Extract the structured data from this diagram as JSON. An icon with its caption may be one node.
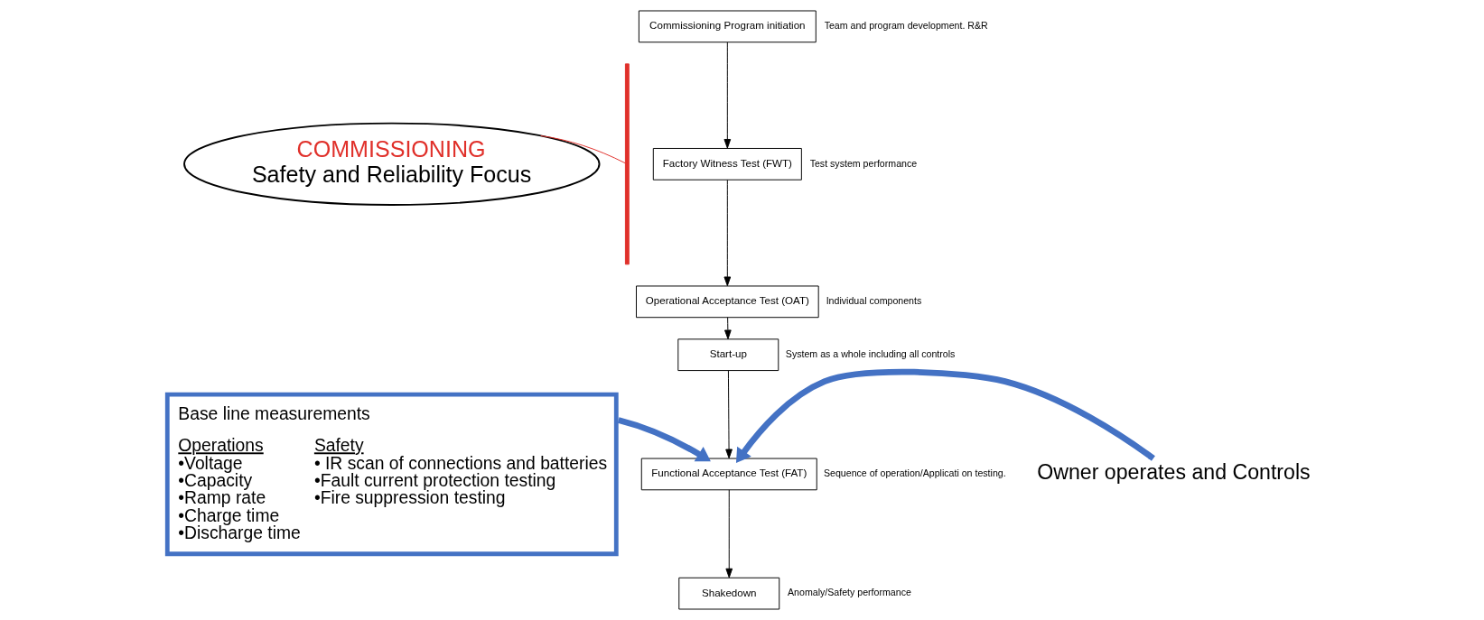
{
  "diagram": {
    "nodes": [
      {
        "text": [
          "COMMISSIONING",
          "Safety and Reliability Focus"
        ]
      },
      {
        "text": [],
        "shape": "bracket"
      },
      {
        "text": [
          "Commissioning Program initiation"
        ],
        "beside": [
          "Team and program development. R&R"
        ]
      },
      {
        "text": [
          "Factory Witness Test (FWT)"
        ],
        "beside": [
          "Test system performance"
        ]
      },
      {
        "text": [
          "Operational Acceptance Test (OAT)"
        ],
        "beside": [
          "Individual components"
        ]
      },
      {
        "text": [
          "Start-up"
        ],
        "beside": [
          "System as a whole including all controls"
        ]
      },
      {
        "text": [
          "Functional Acceptance Test (FAT)"
        ],
        "beside": [
          "Sequence of operation/Applicati on testing."
        ]
      },
      {
        "text": [
          "Shakedown"
        ],
        "beside": [
          "Anomaly/Safety performance"
        ]
      },
      {
        "text": [
          "Base line measurements",
          "Operations",
          "•Voltage",
          "•Capacity",
          "•Ramp rate",
          "•Charge time",
          "•Discharge time",
          "Safety",
          "• IR scan of connections and batteries",
          "•Fault current protection testing",
          "•Fire suppression testing"
        ]
      },
      {
        "text": [
          "Owner operates and Controls"
        ]
      }
    ],
    "edges": [
      {
        "from": 0,
        "to": 1,
        "arrow": "none",
        "color": "#e0302a"
      },
      {
        "from": 2,
        "to": 3,
        "arrow": "to"
      },
      {
        "from": 3,
        "to": 4,
        "arrow": "to"
      },
      {
        "from": 4,
        "to": 5,
        "arrow": "to"
      },
      {
        "from": 5,
        "to": 6,
        "arrow": "to"
      },
      {
        "from": 6,
        "to": 7,
        "arrow": "to"
      },
      {
        "from": 8,
        "to": 6,
        "arrow": "to",
        "style": "thick",
        "color": "#4472c4"
      },
      {
        "from": 9,
        "to": 6,
        "arrow": "to",
        "style": "thick",
        "color": "#4472c4"
      }
    ]
  }
}
